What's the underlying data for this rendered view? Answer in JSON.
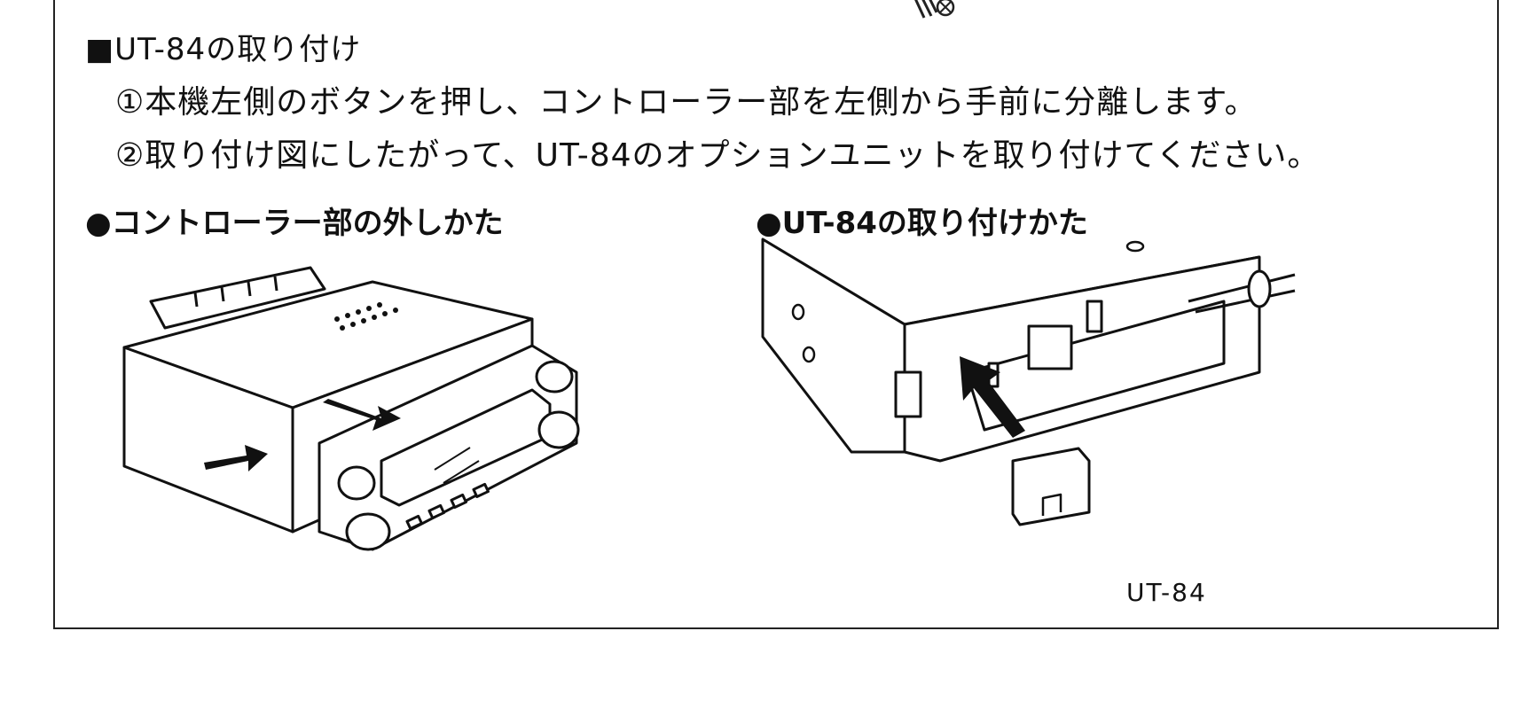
{
  "section": {
    "heading": "■UT-84の取り付け",
    "steps": [
      "①本機左側のボタンを押し、コントローラー部を左側から手前に分離します。",
      "②取り付け図にしたがって、UT-84のオプションユニットを取り付けてください。"
    ]
  },
  "figures": {
    "left_title": "●コントローラー部の外しかた",
    "right_title": "●UT-84の取り付けかた",
    "part_label": "UT-84"
  }
}
